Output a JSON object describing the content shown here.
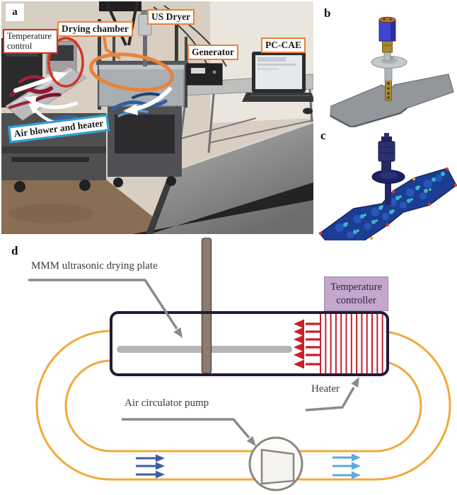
{
  "panel_labels": {
    "a": "a",
    "b": "b",
    "c": "c",
    "d": "d"
  },
  "photo": {
    "labels": {
      "temperature_control": "Temperature control",
      "drying_chamber": "Drying chamber",
      "us_dryer": "US Dryer",
      "generator": "Generator",
      "pc_cae": "PC-CAE",
      "air_blower": "Air blower and heater"
    }
  },
  "schematic": {
    "labels": {
      "plate": "MMM ultrasonic drying plate",
      "temperature_controller": "Temperature controller",
      "heater": "Heater",
      "pump": "Air circulator pump"
    }
  },
  "colors": {
    "annotation_red": "#d23227",
    "annotation_orange": "#e8833a",
    "annotation_blue": "#2b9fd8",
    "loop_orange": "#f2a93b",
    "heater_red": "#c8202a",
    "chamber_border": "#221a38",
    "controller_fill": "#c3a8cc",
    "controller_text": "#2b2350",
    "flow_dark_blue": "#3c5da8",
    "flow_light_blue": "#5aabdc",
    "leader_gray": "#8a8a8a",
    "hot_air_swirl": "#8c1c2e",
    "cold_air_swirl": "#2e5f9f"
  }
}
